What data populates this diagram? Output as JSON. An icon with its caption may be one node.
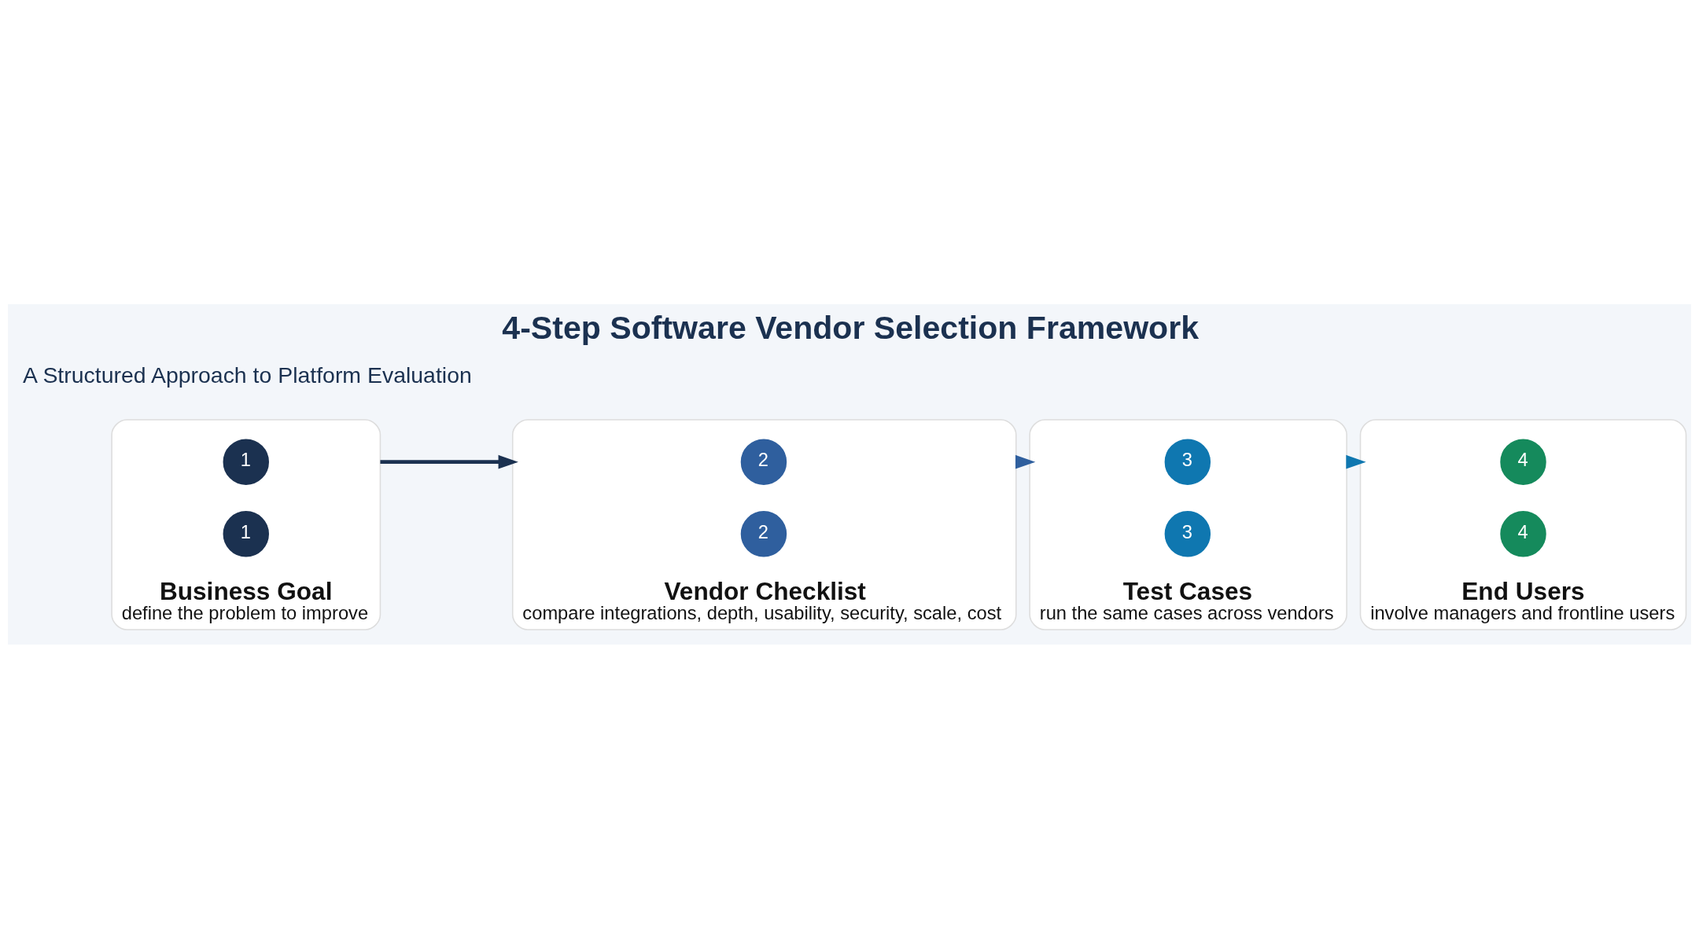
{
  "diagram": {
    "title": "4-Step Software Vendor Selection Framework",
    "nodes": [
      {
        "text": [
          "Business Goal",
          "define the problem to improve"
        ]
      },
      {
        "text": [
          "1"
        ],
        "in": 0
      },
      {
        "text": [
          "1"
        ],
        "in": 0
      },
      {
        "text": [
          "Vendor Checklist",
          "compare integrations, depth, usability, security, scale, cost"
        ]
      },
      {
        "text": [
          "2"
        ],
        "in": 3
      },
      {
        "text": [
          "2"
        ],
        "in": 3
      },
      {
        "text": [
          "Test Cases",
          "run the same cases across vendors"
        ]
      },
      {
        "text": [
          "3"
        ],
        "in": 6
      },
      {
        "text": [
          "3"
        ],
        "in": 6
      },
      {
        "text": [
          "End Users",
          "involve managers and frontline users"
        ]
      },
      {
        "text": [
          "4"
        ],
        "in": 9
      },
      {
        "text": [
          "4"
        ],
        "in": 9
      }
    ],
    "edges": [
      {
        "from": 0,
        "to": 3,
        "arrow": "to",
        "color": "#1b3150"
      },
      {
        "from": 3,
        "to": 6,
        "arrow": "to",
        "color": "#2f5f9e"
      },
      {
        "from": 6,
        "to": 9,
        "arrow": "to",
        "color": "#0f77b0"
      }
    ],
    "labels": [
      "A Structured Approach to Platform Evaluation"
    ]
  }
}
